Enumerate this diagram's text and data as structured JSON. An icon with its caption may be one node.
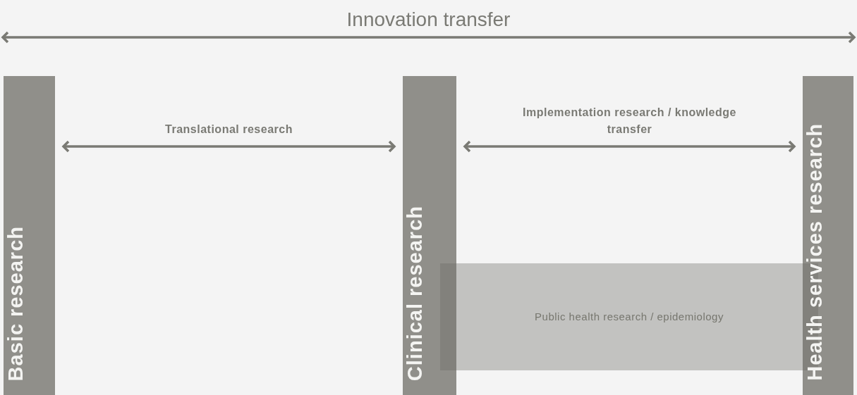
{
  "diagram": {
    "nodes": [
      {
        "text": [
          "Basic research"
        ]
      },
      {
        "text": [
          "Clinical research"
        ]
      },
      {
        "text": [
          "Health services research"
        ]
      },
      {
        "text": [
          "Public health research / epidemiology"
        ]
      }
    ],
    "edges": [
      {
        "from": 0,
        "to": 1,
        "arrow": "both",
        "label": "Translational research"
      },
      {
        "from": 1,
        "to": 2,
        "arrow": "both",
        "label": "Implementation research / knowledge transfer"
      }
    ],
    "labels": [
      "Innovation transfer"
    ]
  }
}
